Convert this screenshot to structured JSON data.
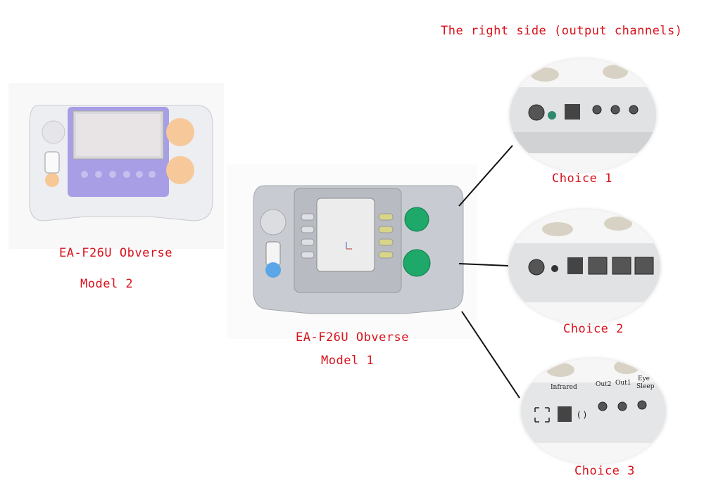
{
  "header": {
    "right_side_label": "The right side (output channels)"
  },
  "devices": [
    {
      "model_name": "EA-F26U Obverse",
      "model_number": "Model 2"
    },
    {
      "model_name": "EA-F26U Obverse",
      "model_number": "Model 1"
    }
  ],
  "choices": [
    {
      "label": "Choice 1"
    },
    {
      "label": "Choice 2"
    },
    {
      "label": "Choice 3",
      "ports": [
        "Infrared",
        "Out2",
        "Out1",
        "Eye",
        "Sleep"
      ]
    }
  ],
  "colors": {
    "label_red": "#d8121c",
    "model2_accent": "#9a8fe0",
    "model1_button": "#1ea86a"
  }
}
